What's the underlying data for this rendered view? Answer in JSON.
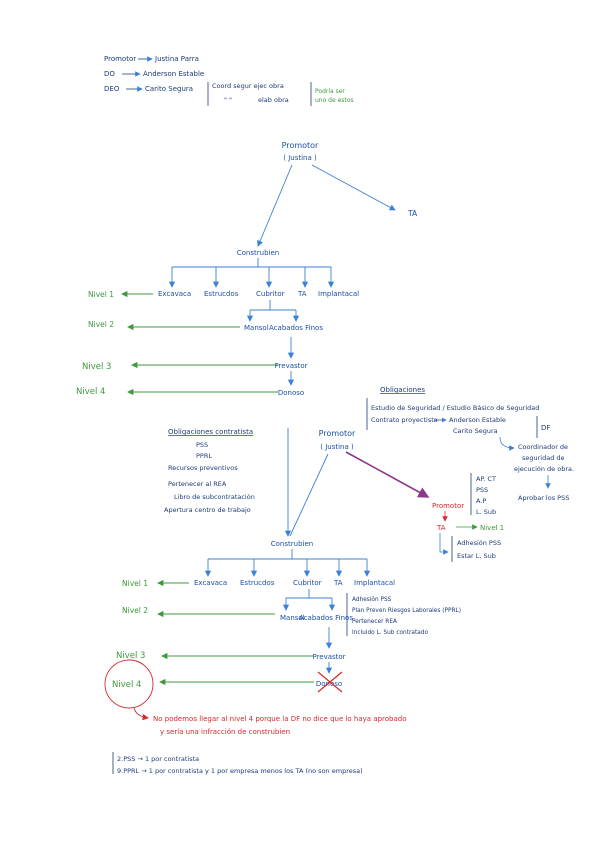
{
  "colors": {
    "blue": "#1b4fa8",
    "line_blue": "#3b82d6",
    "green": "#3c9a3c",
    "red": "#d42a2a",
    "purple": "#8b3a8b",
    "navy": "#1e3a78"
  },
  "legend": {
    "row1": {
      "left": "Promotor",
      "right": "Justina Parra"
    },
    "row2": {
      "left": "DO",
      "right": "Anderson Estable"
    },
    "row3": {
      "left": "DEO",
      "right": "Carito Segura"
    },
    "note_a": "Coord segur ejec obra",
    "note_b": "elab obra",
    "note_ditto": "\"    \"",
    "note_side1": "Podría ser",
    "note_side2": "uno de estos"
  },
  "tree1": {
    "root": "Promotor",
    "root_sub": "( Justina )",
    "ta": "TA",
    "constructora": "Construbien",
    "children": [
      "Excavaca",
      "Estrucdos",
      "Cubritor",
      "TA",
      "Implantacal"
    ],
    "level2": [
      "Mansol",
      "Acabados Finos"
    ],
    "prevastor": "Prevastor",
    "donoso": "Donoso",
    "levels": [
      "Nivel 1",
      "Nivel 2",
      "Nivel 3",
      "Nivel 4"
    ]
  },
  "obligaciones": {
    "title": "Obligaciones",
    "l1": "Estudio de Seguridad / Estudio Básico de Seguridad",
    "l2": "Contrato proyectista",
    "l2b": "Anderson Estable",
    "l3": "Carito Segura",
    "df": "DF",
    "coord1": "Coordinador de",
    "coord2": "seguridad de",
    "coord3": "ejecución de obra.",
    "aprobar": "Aprobar los PSS"
  },
  "obligaciones_contratista": {
    "title": "Obligaciones contratista",
    "items": [
      "PSS",
      "PPRL",
      "Recursos preventivos",
      "Pertenecer al REA",
      "Libro de subcontratación",
      "Apertura centro de trabajo"
    ]
  },
  "promotor_right": {
    "label": "Promotor",
    "ta": "TA",
    "nivel": "Nivel 1",
    "list": [
      "AP. CT",
      "PSS",
      "A.P",
      "L. Sub"
    ],
    "ta_list": [
      "Adhesión PSS",
      "Estar L. Sub"
    ]
  },
  "tree2": {
    "root": "Promotor",
    "root_sub": "( Justina )",
    "constructora": "Construbien",
    "children": [
      "Excavaca",
      "Estrucdos",
      "Cubritor",
      "TA",
      "Implantacal"
    ],
    "level2": [
      "Mansol",
      "Acabados Finos"
    ],
    "prevastor": "Prevastor",
    "donoso": "Donoso",
    "levels": [
      "Nivel 1",
      "Nivel 2",
      "Nivel 3",
      "Nivel 4"
    ],
    "side_list": [
      "Adhesión PSS",
      "Plan Preven Riesgos Laborales (PPRL)",
      "Pertenecer REA",
      "Incluido L. Sub contratado"
    ]
  },
  "red_note": {
    "l1": "No podemos llegar al nivel 4 porque la DF no dice que lo haya aprobado",
    "l2": "y sería una infracción de construbien"
  },
  "footer": {
    "l1": "2.PSS → 1 por contratista",
    "l2": "9.PPRL → 1 por contratista y 1 por empresa menos los TA (no son empresa)"
  }
}
